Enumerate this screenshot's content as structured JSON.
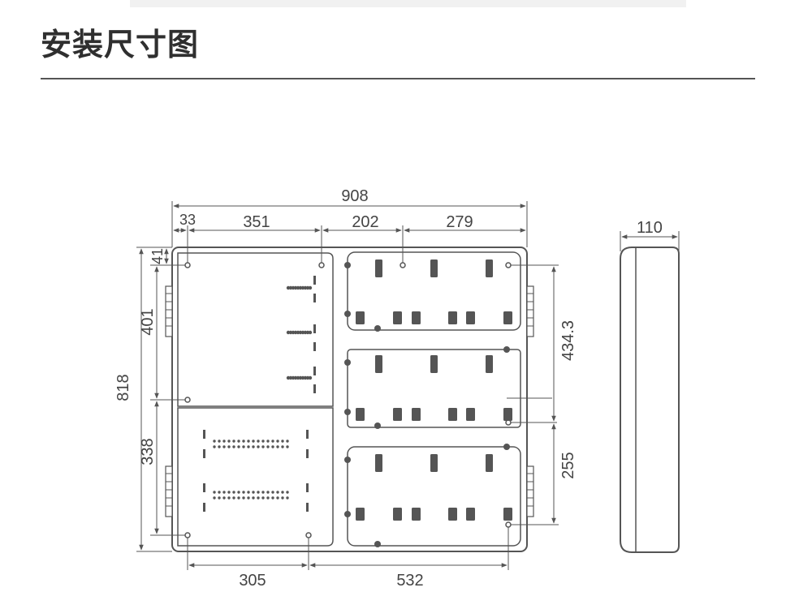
{
  "page": {
    "title": "安装尺寸图"
  },
  "front_view": {
    "dimensions": {
      "overall_width": "908",
      "left_offset": "33",
      "left_section_width": "351",
      "middle_span": "202",
      "right_span": "279",
      "top_offset": "41",
      "upper_left_height": "401",
      "overall_height": "818",
      "lower_left_height": "338",
      "right_upper_height": "434.3",
      "right_lower_height": "255",
      "bottom_left_span": "305",
      "bottom_right_span": "532"
    }
  },
  "side_view": {
    "dimensions": {
      "depth": "110"
    }
  },
  "colors": {
    "line": "#555555",
    "fill_dark": "#555555",
    "text": "#444444"
  }
}
